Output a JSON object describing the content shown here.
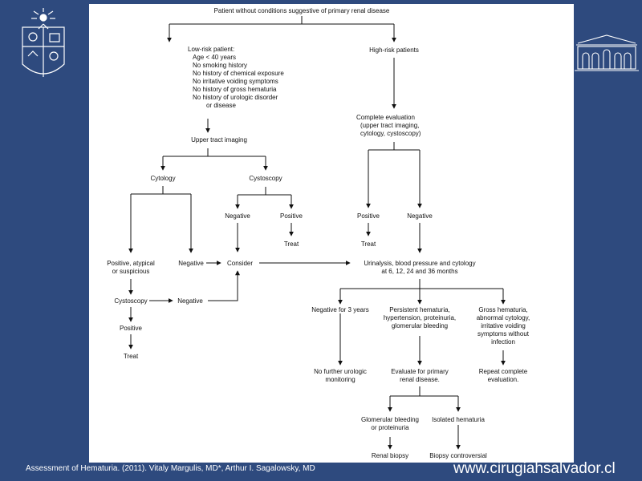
{
  "slide": {
    "citation": "Assessment of Hematuria. (2011). Vitaly Margulis, MD*, Arthur I. Sagalowsky, MD",
    "website": "www.cirugiahsalvador.cl",
    "colors": {
      "background": "#2e4a7e",
      "panel": "#ffffff",
      "text": "#ffffff"
    },
    "logos": [
      "university-crest-icon",
      "hospital-building-icon"
    ]
  },
  "flowchart": {
    "root": "Patient without conditions suggestive of primary renal disease",
    "low_risk": {
      "lines": [
        "Low-risk patient:",
        "Age < 40 years",
        "No smoking history",
        "No history of chemical exposure",
        "No irritative voiding symptoms",
        "No history of gross hematuria",
        "No history of urologic disorder",
        "or disease"
      ]
    },
    "high_risk": "High-risk patients",
    "upper_tract_imaging": "Upper tract imaging",
    "complete_evaluation": [
      "Complete evaluation",
      "(upper tract imaging,",
      "cytology, cystoscopy)"
    ],
    "cytology": "Cytology",
    "cystoscopy_top": "Cystoscopy",
    "cysto_negative": "Negative",
    "cysto_positive": "Positive",
    "cysto_treat": "Treat",
    "ce_positive": "Positive",
    "ce_negative": "Negative",
    "ce_treat": "Treat",
    "cytology_positive": [
      "Positive, atypical",
      "or suspicious"
    ],
    "cytology_negative": "Negative",
    "consider": "Consider",
    "urinalysis": [
      "Urinalysis, blood pressure and cytology",
      "at 6, 12, 24 and 36 months"
    ],
    "cystoscopy_bottom": "Cystoscopy",
    "cysto_bottom_negative": "Negative",
    "cysto_bottom_positive": "Positive",
    "cysto_bottom_treat": "Treat",
    "negative_3_years": "Negative for 3 years",
    "persistent": [
      "Persistent hematuria,",
      "hypertension, proteinuria,",
      "glomerular bleeding"
    ],
    "gross": [
      "Gross hematuria,",
      "abnormal cytology,",
      "irritative voiding",
      "symptoms without",
      "infection"
    ],
    "no_further": [
      "No further urologic",
      "monitoring"
    ],
    "evaluate_renal": [
      "Evaluate for primary",
      "renal disease."
    ],
    "repeat_complete": [
      "Repeat complete",
      "evaluation."
    ],
    "glomerular": [
      "Glomerular bleeding",
      "or proteinuria"
    ],
    "isolated": "Isolated hematuria",
    "renal_biopsy": "Renal biopsy",
    "biopsy_controversial": "Biopsy controversial"
  }
}
